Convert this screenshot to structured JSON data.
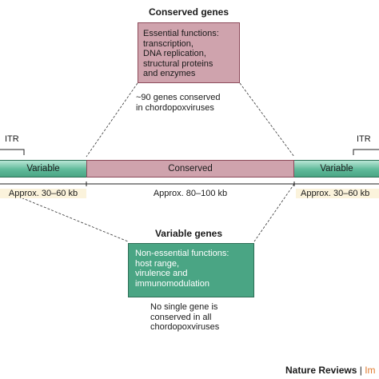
{
  "colors": {
    "conserved_fill": "#cfa3ad",
    "conserved_box_border": "#8d4a5a",
    "variable_fill": "#5fba9a",
    "variable_fill_light": "#b9e6d5",
    "variable_box_border": "#2c6e55",
    "kb_highlight": "#fbf3dc",
    "footer_accent": "#e07a2f"
  },
  "conserved": {
    "title": "Conserved genes",
    "box_lines": [
      "Essential functions:",
      "transcription,",
      "DNA replication,",
      "structural proteins",
      "and enzymes"
    ],
    "caption_lines": [
      "~90 genes conserved",
      "in chordopoxviruses"
    ]
  },
  "genome": {
    "itr_left": "ITR",
    "itr_right": "ITR",
    "segments": [
      {
        "label": "Variable",
        "kb": "Approx. 30–60 kb"
      },
      {
        "label": "Conserved",
        "kb": "Approx. 80–100 kb"
      },
      {
        "label": "Variable",
        "kb": "Approx. 30–60 kb"
      }
    ]
  },
  "variable": {
    "title": "Variable genes",
    "box_lines": [
      "Non-essential functions:",
      "host range,",
      "virulence and",
      "immunomodulation"
    ],
    "caption_lines": [
      "No single gene is",
      "conserved in all",
      "chordopoxviruses"
    ]
  },
  "footer": {
    "journal": "Nature Reviews",
    "separator": "|",
    "section": "Im"
  }
}
